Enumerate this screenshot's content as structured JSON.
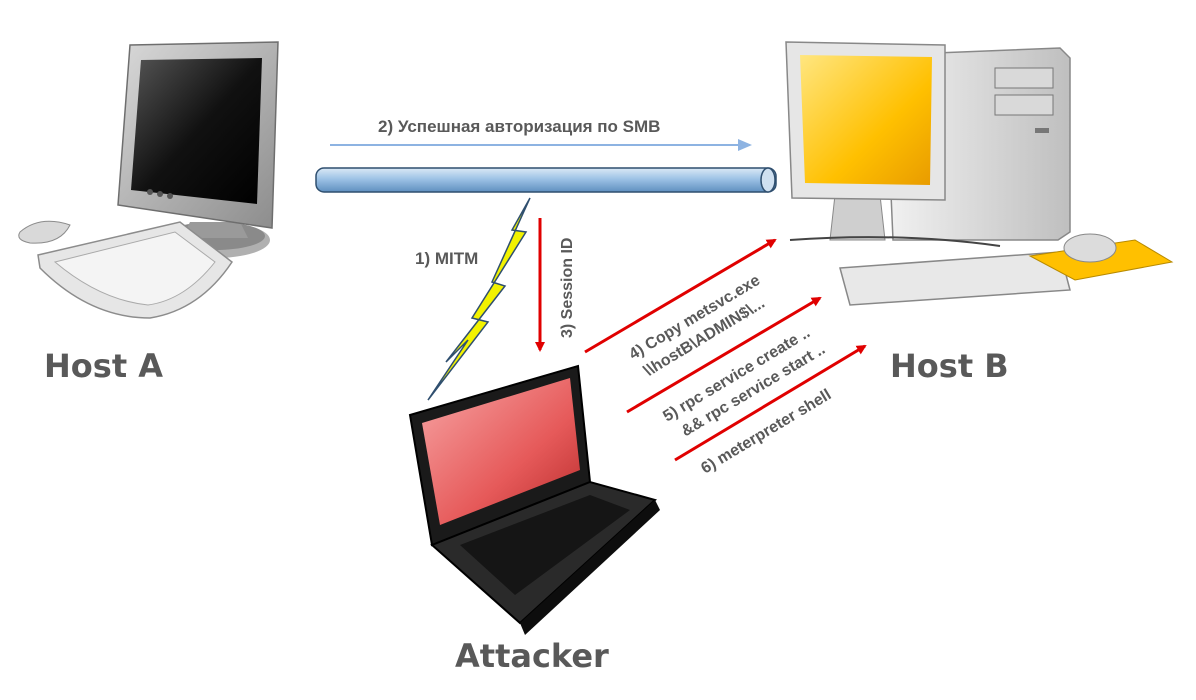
{
  "nodes": {
    "host_a": "Host A",
    "host_b": "Host B",
    "attacker": "Attacker"
  },
  "edges": {
    "smb_auth": "2) Успешная авторизация по SMB",
    "mitm": "1) MITM",
    "session_id": "3) Session ID",
    "copy_line1": "4) Copy metsvc.exe",
    "copy_line2": "\\\\hostB\\ADMIN$\\...",
    "rpc_line1": "5) rpc service create ..",
    "rpc_line2": "&& rpc service start ..",
    "shell": "6) meterpreter shell"
  },
  "colors": {
    "attack_arrow": "#e00000",
    "smb_arrow": "#8db3e2",
    "pipe": "#9ec3e6",
    "lightning": "#f2f200",
    "host_b_screen": "#ffc000",
    "attacker_screen": "#f26a6a",
    "label_gray": "#595959"
  },
  "icons": {
    "host_a": "desktop-computer-icon",
    "host_b": "desktop-tower-computer-icon",
    "attacker": "laptop-icon"
  }
}
